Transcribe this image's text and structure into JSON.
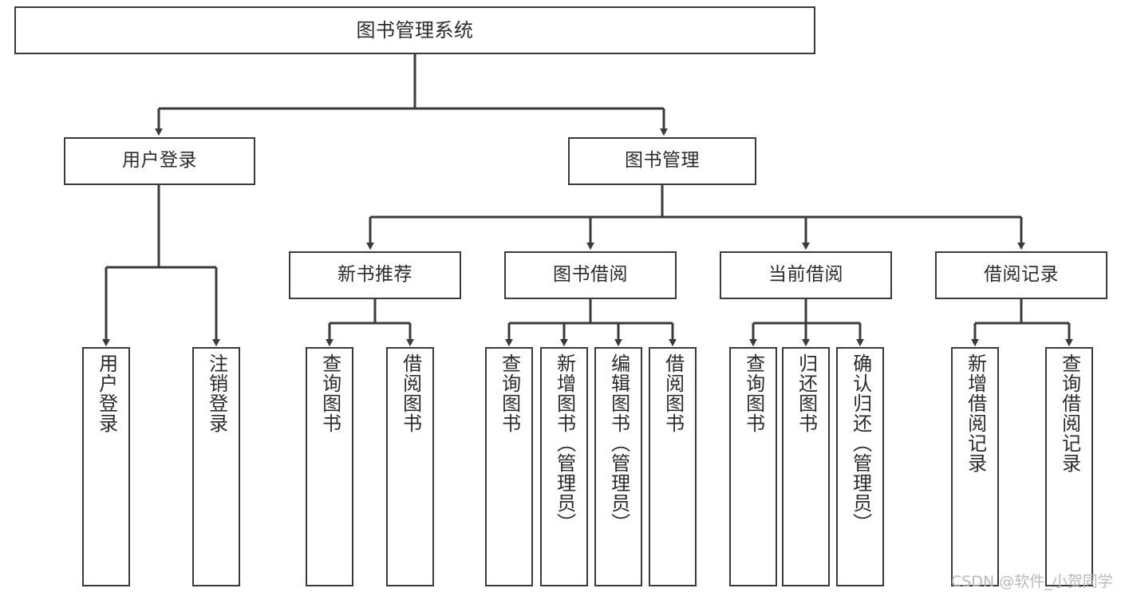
{
  "diagram": {
    "title": "图书管理系统",
    "type": "tree",
    "orientation": "top-down",
    "colors": {
      "box_border": "#3a3a3a",
      "box_fill": "#ffffff",
      "edge": "#3a3a3a",
      "text": "#2b2b2b",
      "watermark": "#b9b9b9",
      "background": "#ffffff"
    },
    "levels": {
      "root": "图书管理系统",
      "level2": [
        "用户登录",
        "图书管理"
      ],
      "level3": [
        "新书推荐",
        "图书借阅",
        "当前借阅",
        "借阅记录"
      ]
    }
  },
  "nodes": {
    "root": {
      "label": "图书管理系统"
    },
    "user_login": {
      "label": "用户登录"
    },
    "book_manage": {
      "label": "图书管理"
    },
    "new_book_rec": {
      "label": "新书推荐"
    },
    "book_borrow": {
      "label": "图书借阅"
    },
    "current_borrow": {
      "label": "当前借阅"
    },
    "borrow_record": {
      "label": "借阅记录"
    },
    "leaf_user_login": {
      "label": "用户登录"
    },
    "leaf_logout": {
      "label": "注销登录"
    },
    "leaf_query_book_1": {
      "label": "查询图书"
    },
    "leaf_borrow_book_1": {
      "label": "借阅图书"
    },
    "leaf_query_book_2": {
      "label": "查询图书"
    },
    "leaf_add_book": {
      "label": "新增图书（管理员）"
    },
    "leaf_edit_book": {
      "label": "编辑图书（管理员）"
    },
    "leaf_borrow_book_2": {
      "label": "借阅图书"
    },
    "leaf_query_book_3": {
      "label": "查询图书"
    },
    "leaf_return_book": {
      "label": "归还图书"
    },
    "leaf_confirm_return": {
      "label": "确认归还（管理员）"
    },
    "leaf_add_record": {
      "label": "新增借阅记录"
    },
    "leaf_query_record": {
      "label": "查询借阅记录"
    }
  },
  "edges": [
    {
      "from": "root",
      "to": "user_login"
    },
    {
      "from": "root",
      "to": "book_manage"
    },
    {
      "from": "user_login",
      "to": "leaf_user_login"
    },
    {
      "from": "user_login",
      "to": "leaf_logout"
    },
    {
      "from": "book_manage",
      "to": "new_book_rec"
    },
    {
      "from": "book_manage",
      "to": "book_borrow"
    },
    {
      "from": "book_manage",
      "to": "current_borrow"
    },
    {
      "from": "book_manage",
      "to": "borrow_record"
    },
    {
      "from": "new_book_rec",
      "to": "leaf_query_book_1"
    },
    {
      "from": "new_book_rec",
      "to": "leaf_borrow_book_1"
    },
    {
      "from": "book_borrow",
      "to": "leaf_query_book_2"
    },
    {
      "from": "book_borrow",
      "to": "leaf_add_book"
    },
    {
      "from": "book_borrow",
      "to": "leaf_edit_book"
    },
    {
      "from": "book_borrow",
      "to": "leaf_borrow_book_2"
    },
    {
      "from": "current_borrow",
      "to": "leaf_query_book_3"
    },
    {
      "from": "current_borrow",
      "to": "leaf_return_book"
    },
    {
      "from": "current_borrow",
      "to": "leaf_confirm_return"
    },
    {
      "from": "borrow_record",
      "to": "leaf_add_record"
    },
    {
      "from": "borrow_record",
      "to": "leaf_query_record"
    }
  ],
  "watermark": {
    "text": "CSDN @软件_小贺同学"
  }
}
